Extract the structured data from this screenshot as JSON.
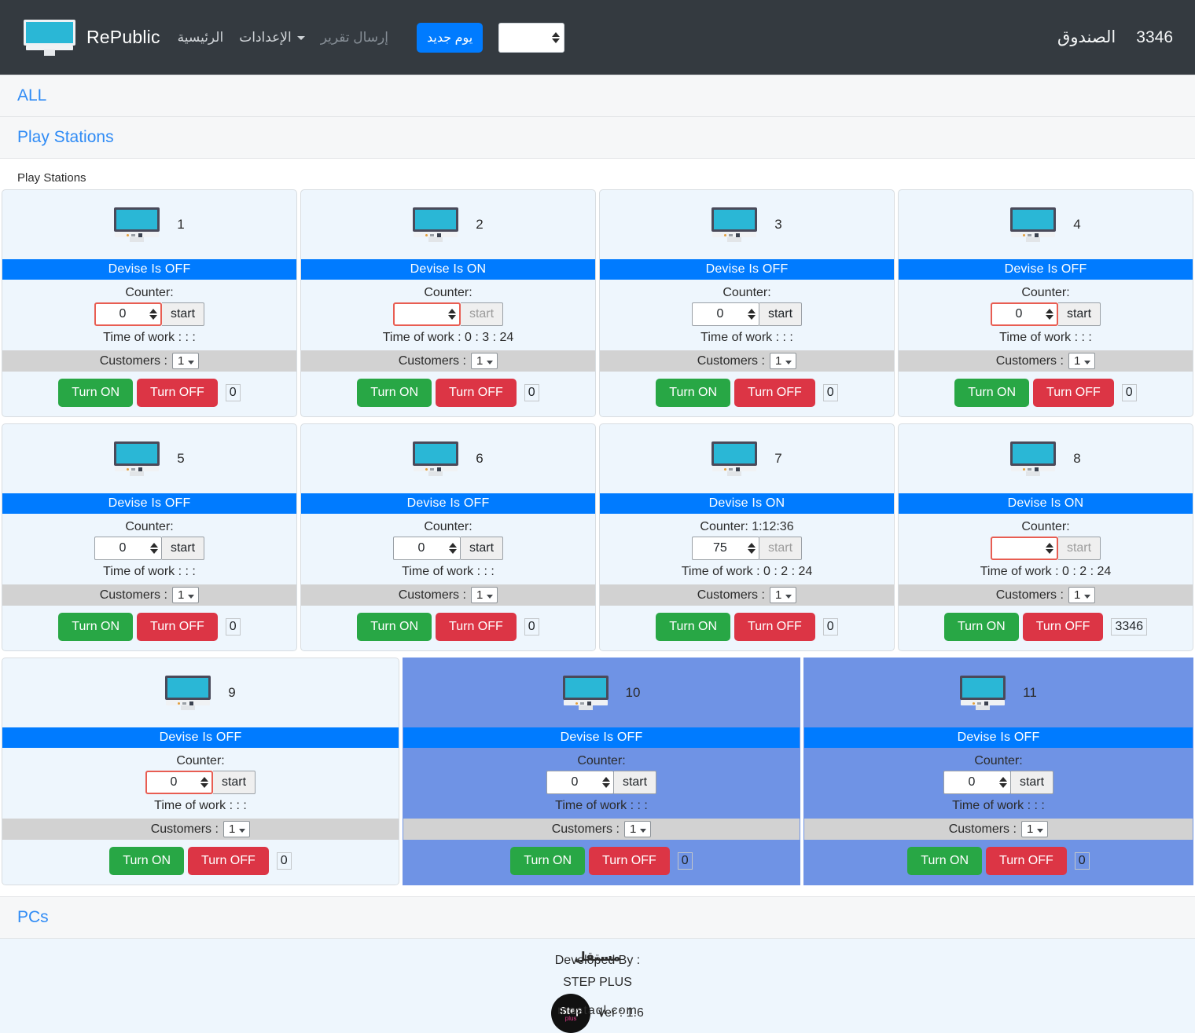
{
  "navbar": {
    "brand": "RePublic",
    "logo_icon": "monitor-icon",
    "links": [
      {
        "label": "الرئيسية",
        "muted": false,
        "caret": false
      },
      {
        "label": "الإعدادات",
        "muted": false,
        "caret": true
      },
      {
        "label": "إرسال تقرير",
        "muted": true,
        "caret": false
      }
    ],
    "new_day_button": "يوم جديد",
    "number_input_value": "",
    "cash_label": "الصندوق",
    "cash_value": "3346"
  },
  "accordion": {
    "all": "ALL",
    "play_stations": "Play Stations",
    "pcs": "PCs"
  },
  "section_label": "Play Stations",
  "labels": {
    "counter": "Counter:",
    "time_of_work_prefix": "Time of work :",
    "customers": "Customers :",
    "start": "start",
    "turn_on": "Turn ON",
    "turn_off": "Turn OFF",
    "status_off": "Devise Is OFF",
    "status_on": "Devise Is ON",
    "customers_selected": "1"
  },
  "colors": {
    "navbar_bg": "#343a40",
    "status_bar": "#007bff",
    "card_bg": "#eef6fd",
    "card_bg_alt": "#6f93e5",
    "turn_on": "#28a745",
    "turn_off": "#dc3545",
    "accent_link": "#2f8bf5",
    "input_error_border": "#e85d52",
    "customers_row": "#d2d2d2",
    "monitor_screen": "#2ab7d6"
  },
  "devices": [
    {
      "num": "1",
      "status": "Devise Is OFF",
      "counter_label": "Counter:",
      "counter_value": "0",
      "counter_error": true,
      "start_disabled": false,
      "time_of_work": "Time of work : : :",
      "customers": "1",
      "price": "0",
      "bg": "light"
    },
    {
      "num": "2",
      "status": "Devise Is ON",
      "counter_label": "Counter:",
      "counter_value": "",
      "counter_error": true,
      "start_disabled": true,
      "time_of_work": "Time of work : 0 : 3 : 24",
      "customers": "1",
      "price": "0",
      "bg": "light"
    },
    {
      "num": "3",
      "status": "Devise Is OFF",
      "counter_label": "Counter:",
      "counter_value": "0",
      "counter_error": false,
      "start_disabled": false,
      "time_of_work": "Time of work : : :",
      "customers": "1",
      "price": "0",
      "bg": "light"
    },
    {
      "num": "4",
      "status": "Devise Is OFF",
      "counter_label": "Counter:",
      "counter_value": "0",
      "counter_error": true,
      "start_disabled": false,
      "time_of_work": "Time of work : : :",
      "customers": "1",
      "price": "0",
      "bg": "light"
    },
    {
      "num": "5",
      "status": "Devise Is OFF",
      "counter_label": "Counter:",
      "counter_value": "0",
      "counter_error": false,
      "start_disabled": false,
      "time_of_work": "Time of work : : :",
      "customers": "1",
      "price": "0",
      "bg": "light"
    },
    {
      "num": "6",
      "status": "Devise Is OFF",
      "counter_label": "Counter:",
      "counter_value": "0",
      "counter_error": false,
      "start_disabled": false,
      "time_of_work": "Time of work : : :",
      "customers": "1",
      "price": "0",
      "bg": "light"
    },
    {
      "num": "7",
      "status": "Devise Is ON",
      "counter_label": "Counter: 1:12:36",
      "counter_value": "75",
      "counter_error": false,
      "start_disabled": true,
      "time_of_work": "Time of work : 0 : 2 : 24",
      "customers": "1",
      "price": "0",
      "bg": "light"
    },
    {
      "num": "8",
      "status": "Devise Is ON",
      "counter_label": "Counter:",
      "counter_value": "",
      "counter_error": true,
      "start_disabled": true,
      "time_of_work": "Time of work : 0 : 2 : 24",
      "customers": "1",
      "price": "3346",
      "bg": "light"
    },
    {
      "num": "9",
      "status": "Devise Is OFF",
      "counter_label": "Counter:",
      "counter_value": "0",
      "counter_error": true,
      "start_disabled": false,
      "time_of_work": "Time of work : : :",
      "customers": "1",
      "price": "0",
      "bg": "light"
    },
    {
      "num": "10",
      "status": "Devise Is OFF",
      "counter_label": "Counter:",
      "counter_value": "0",
      "counter_error": false,
      "start_disabled": false,
      "time_of_work": "Time of work : : :",
      "customers": "1",
      "price": "0",
      "bg": "blue"
    },
    {
      "num": "11",
      "status": "Devise Is OFF",
      "counter_label": "Counter:",
      "counter_value": "0",
      "counter_error": false,
      "start_disabled": false,
      "time_of_work": "Time of work : : :",
      "customers": "1",
      "price": "0",
      "bg": "blue"
    }
  ],
  "footer": {
    "developed_by": "Developed By :",
    "company": "STEP PLUS",
    "version": "ver : 1.6",
    "logo_text": "Step",
    "logo_sub": "plus",
    "watermark_ar": "مستقل",
    "watermark_en": "mostaql.com"
  }
}
